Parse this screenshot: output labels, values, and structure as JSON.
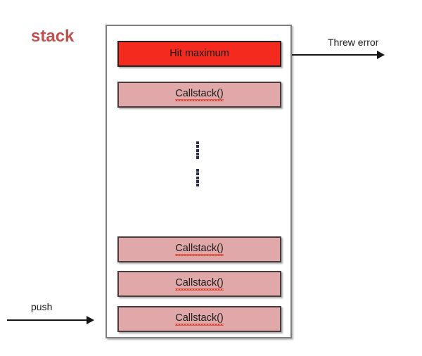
{
  "diagram": {
    "title_label": "stack",
    "background_color": "#ffffff",
    "container": {
      "border_color": "#7f7f7f",
      "fill_color": "#ffffff"
    },
    "colors": {
      "title": "#c0504d",
      "error_box": "#f52a1e",
      "callstack_box": "#e0a8a8",
      "box_border": "#4a3c3c",
      "arrow": "#161616",
      "spellcheck_squiggle": "#e03c2a"
    },
    "frames_top": [
      {
        "label": "Hit maximum",
        "type": "error"
      },
      {
        "label": "Callstack()",
        "type": "callstack"
      }
    ],
    "ellipsis": {
      "groups": 2,
      "dots_per_group": 5
    },
    "frames_bottom": [
      {
        "label": "Callstack()",
        "type": "callstack"
      },
      {
        "label": "Callstack()",
        "type": "callstack"
      },
      {
        "label": "Callstack()",
        "type": "callstack"
      }
    ],
    "arrows": [
      {
        "name": "threw-error",
        "label": "Threw error",
        "direction": "right"
      },
      {
        "name": "push",
        "label": "push",
        "direction": "right"
      }
    ]
  }
}
